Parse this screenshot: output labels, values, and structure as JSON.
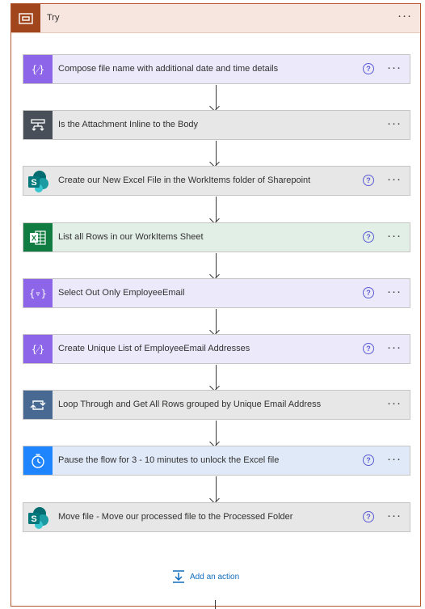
{
  "scope": {
    "title": "Try",
    "more": "···"
  },
  "actions": [
    {
      "label": "Compose file name with additional date and time details",
      "help": "?",
      "more": "···"
    },
    {
      "label": "Is the Attachment Inline to the Body",
      "more": "···"
    },
    {
      "label": "Create our New Excel File in the WorkItems folder of Sharepoint",
      "help": "?",
      "more": "···"
    },
    {
      "label": "List all Rows in our WorkItems Sheet",
      "help": "?",
      "more": "···"
    },
    {
      "label": "Select Out Only EmployeeEmail",
      "help": "?",
      "more": "···"
    },
    {
      "label": "Create Unique List of EmployeeEmail Addresses",
      "help": "?",
      "more": "···"
    },
    {
      "label": "Loop Through and Get All Rows grouped by Unique Email Address",
      "more": "···"
    },
    {
      "label": "Pause the flow for 3 - 10 minutes to unlock the Excel file",
      "help": "?",
      "more": "···"
    },
    {
      "label": "Move file - Move our processed file to the Processed Folder",
      "help": "?",
      "more": "···"
    }
  ],
  "add_action": {
    "label": "Add an action"
  },
  "colors": {
    "scope_border": "#b5562b",
    "scope_icon": "#a1451c",
    "compose": "#8c65e8",
    "condition": "#484f58",
    "loop": "#486991",
    "excel": "#107c41",
    "delay": "#1f85ff",
    "link": "#0f6cbd"
  }
}
